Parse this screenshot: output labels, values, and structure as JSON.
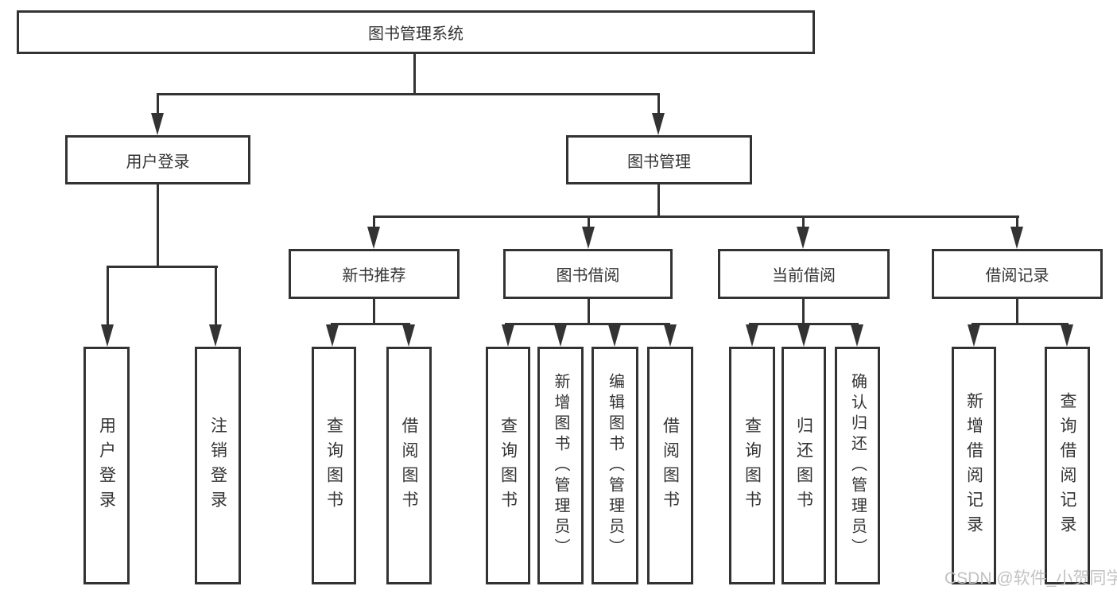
{
  "diagram": {
    "root": {
      "label": "图书管理系统"
    },
    "branches": [
      {
        "label": "用户登录"
      },
      {
        "label": "图书管理"
      }
    ],
    "modules": [
      {
        "label": "新书推荐"
      },
      {
        "label": "图书借阅"
      },
      {
        "label": "当前借阅"
      },
      {
        "label": "借阅记录"
      }
    ],
    "functions": [
      {
        "label": "用户登录"
      },
      {
        "label": "注销登录"
      },
      {
        "label": "查询图书"
      },
      {
        "label": "借阅图书"
      },
      {
        "label": "查询图书"
      },
      {
        "label": "新增图书（管理员）"
      },
      {
        "label": "编辑图书（管理员）"
      },
      {
        "label": "借阅图书"
      },
      {
        "label": "查询图书"
      },
      {
        "label": "归还图书"
      },
      {
        "label": "确认归还（管理员）"
      },
      {
        "label": "新增借阅记录"
      },
      {
        "label": "查询借阅记录"
      }
    ]
  },
  "watermark": {
    "text": "CSDN @软件_小贺同学"
  },
  "colors": {
    "line": "#333333",
    "text": "#333333",
    "watermark": "#c2c2c2",
    "background": "#ffffff"
  }
}
